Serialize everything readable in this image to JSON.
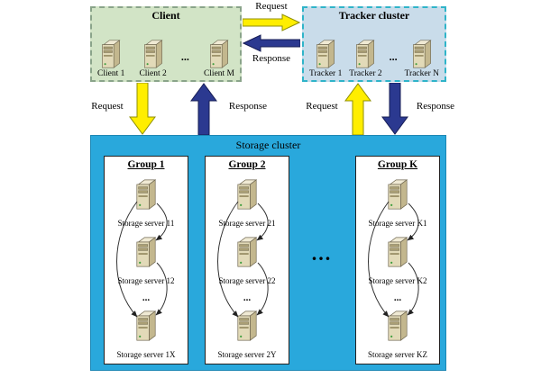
{
  "diagram": {
    "client": {
      "title": "Client",
      "ellipsis": "...",
      "items": [
        "Client 1",
        "Client 2",
        "Client M"
      ]
    },
    "tracker": {
      "title": "Tracker cluster",
      "ellipsis": "...",
      "items": [
        "Tracker 1",
        "Tracker 2",
        "Tracker N"
      ]
    },
    "storage": {
      "title": "Storage cluster",
      "ellipsis": "...",
      "groups": [
        {
          "title": "Group 1",
          "ellipsis": "...",
          "servers": [
            "Storage server 11",
            "Storage server 12",
            "Storage server 1X"
          ]
        },
        {
          "title": "Group 2",
          "ellipsis": "...",
          "servers": [
            "Storage server 21",
            "Storage server 22",
            "Storage server 2Y"
          ]
        },
        {
          "title": "Group K",
          "ellipsis": "...",
          "servers": [
            "Storage server K1",
            "Storage server K2",
            "Storage server KZ"
          ]
        }
      ]
    },
    "arrows": {
      "client_tracker_request": "Request",
      "tracker_client_response": "Response",
      "client_storage_request": "Request",
      "storage_client_response": "Response",
      "storage_tracker_request": "Request",
      "tracker_storage_response": "Response"
    },
    "colors": {
      "request_arrow": "#ffee00",
      "response_arrow": "#2b3990",
      "storage_bg": "#29a8dc",
      "client_bg": "#d2e4c6",
      "tracker_bg": "#c9dcea"
    }
  }
}
